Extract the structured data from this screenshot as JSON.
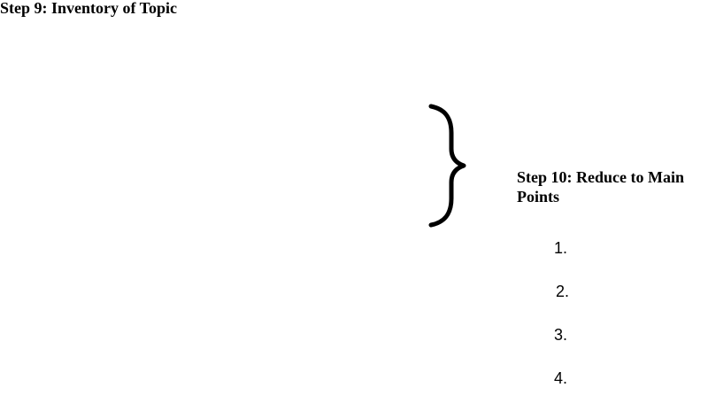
{
  "step9": {
    "title": "Step 9: Inventory of Topic"
  },
  "step10": {
    "title": "Step 10: Reduce to Main Points",
    "points": [
      "1.",
      "2.",
      "3.",
      "4."
    ]
  }
}
